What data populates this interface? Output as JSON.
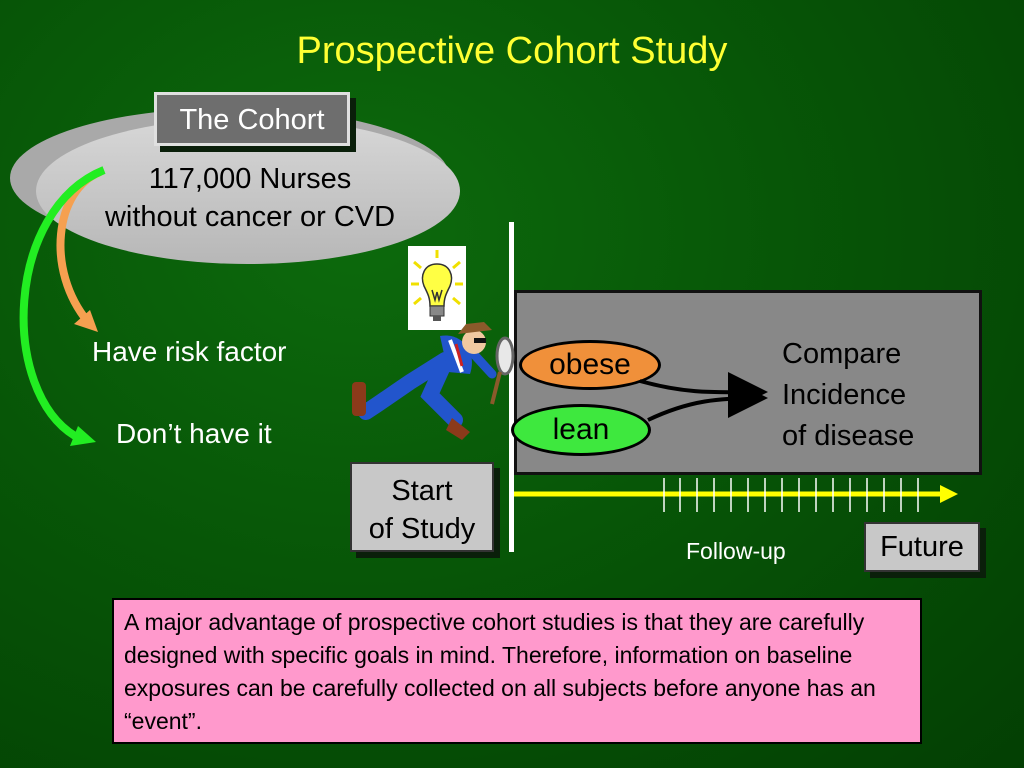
{
  "title": "Prospective Cohort Study",
  "cohort": {
    "label": "The Cohort",
    "line1": "117,000 Nurses",
    "line2": "without cancer or CVD"
  },
  "groups": {
    "have": "Have risk factor",
    "dont_have": "Don’t have it"
  },
  "panel": {
    "obese": "obese",
    "lean": "lean",
    "compare_lines": [
      "Compare",
      "Incidence",
      "of disease"
    ]
  },
  "timeline": {
    "start_line1": "Start",
    "start_line2": "of Study",
    "follow_up": "Follow-up",
    "future": "Future"
  },
  "note": "A major advantage of prospective cohort studies is that they are carefully designed with specific goals in mind. Therefore, information on baseline exposures can be carefully collected on all subjects before anyone has an “event”.",
  "colors": {
    "title": "#ffff33",
    "background": "#075607",
    "obese": "#f0903a",
    "lean": "#3ee83e",
    "note_bg": "#ff99cc",
    "timeline": "#ffff00"
  },
  "icons": [
    "lightbulb-icon",
    "detective-icon",
    "magnifier-icon"
  ]
}
